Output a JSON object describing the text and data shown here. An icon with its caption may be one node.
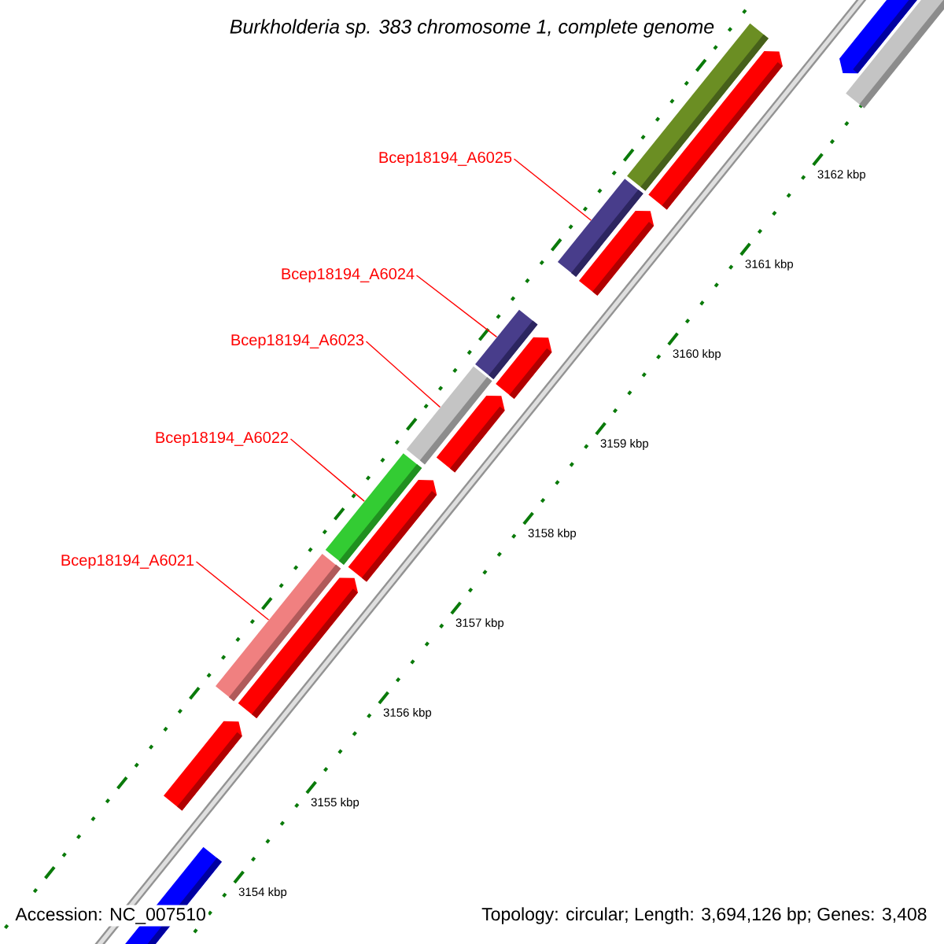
{
  "diagram": {
    "title": "Burkholderia sp. 383 chromosome 1, complete genome",
    "nodes": [
      {
        "text": [
          "Bcep18194_A6025"
        ]
      },
      {
        "text": [
          "Bcep18194_A6024"
        ]
      },
      {
        "text": [
          "Bcep18194_A6023"
        ]
      },
      {
        "text": [
          "Bcep18194_A6022"
        ]
      },
      {
        "text": [
          "Bcep18194_A6021"
        ]
      },
      {
        "text": [],
        "shape": "bar"
      },
      {
        "text": [],
        "shape": "bar"
      },
      {
        "text": [],
        "shape": "bar"
      },
      {
        "text": [],
        "shape": "bar"
      },
      {
        "text": [],
        "shape": "bar"
      }
    ],
    "edges": [
      {
        "from": 0,
        "to": 5,
        "arrow": "none"
      },
      {
        "from": 1,
        "to": 6,
        "arrow": "none"
      },
      {
        "from": 2,
        "to": 7,
        "arrow": "none"
      },
      {
        "from": 3,
        "to": 8,
        "arrow": "none"
      },
      {
        "from": 4,
        "to": 9,
        "arrow": "none"
      }
    ],
    "labels": [
      "3162 kbp",
      "3161 kbp",
      "3160 kbp",
      "3159 kbp",
      "3158 kbp",
      "3157 kbp",
      "3156 kbp",
      "3155 kbp",
      "3154 kbp",
      "Accession: NC_007510",
      "Topology: circular; Length: 3,694,126 bp; Genes: 3,408"
    ]
  }
}
